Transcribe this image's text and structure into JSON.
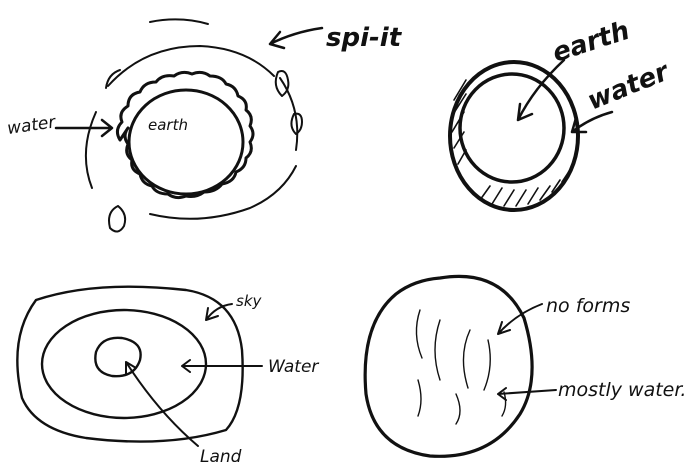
{
  "labels": {
    "spirit": "spi-it",
    "water_tl": "water",
    "earth_tl": "earth",
    "earth_tr": "earth",
    "water_tr": "water",
    "sky": "sky",
    "water_bl": "Water",
    "land": "Land",
    "no_forms": "no forms",
    "mostly_water": "mostly water."
  },
  "colors": {
    "ink": "#111111",
    "paper": "#ffffff"
  }
}
